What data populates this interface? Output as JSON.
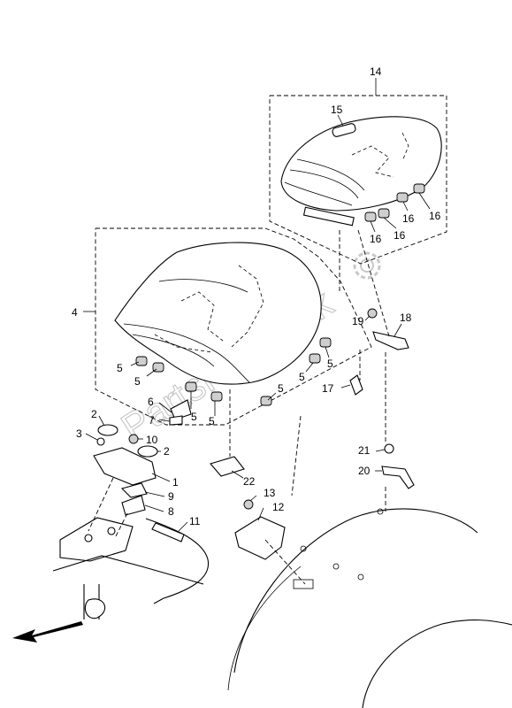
{
  "callouts": [
    {
      "id": "1",
      "text": "1"
    },
    {
      "id": "2a",
      "text": "2"
    },
    {
      "id": "2b",
      "text": "2"
    },
    {
      "id": "3",
      "text": "3"
    },
    {
      "id": "4",
      "text": "4"
    },
    {
      "id": "5a",
      "text": "5"
    },
    {
      "id": "5b",
      "text": "5"
    },
    {
      "id": "5c",
      "text": "5"
    },
    {
      "id": "5d",
      "text": "5"
    },
    {
      "id": "5e",
      "text": "5"
    },
    {
      "id": "5f",
      "text": "5"
    },
    {
      "id": "5g",
      "text": "5"
    },
    {
      "id": "6",
      "text": "6"
    },
    {
      "id": "7",
      "text": "7"
    },
    {
      "id": "8",
      "text": "8"
    },
    {
      "id": "9",
      "text": "9"
    },
    {
      "id": "10",
      "text": "10"
    },
    {
      "id": "11",
      "text": "11"
    },
    {
      "id": "12",
      "text": "12"
    },
    {
      "id": "13",
      "text": "13"
    },
    {
      "id": "14",
      "text": "14"
    },
    {
      "id": "15",
      "text": "15"
    },
    {
      "id": "16a",
      "text": "16"
    },
    {
      "id": "16b",
      "text": "16"
    },
    {
      "id": "16c",
      "text": "16"
    },
    {
      "id": "16d",
      "text": "16"
    },
    {
      "id": "17",
      "text": "17"
    },
    {
      "id": "18",
      "text": "18"
    },
    {
      "id": "19",
      "text": "19"
    },
    {
      "id": "20",
      "text": "20"
    },
    {
      "id": "21",
      "text": "21"
    },
    {
      "id": "22",
      "text": "22"
    }
  ],
  "watermark": "PartsRepublik",
  "icons": {
    "front_direction": "arrow-left-down-icon",
    "watermark_gear": "gear-icon"
  }
}
